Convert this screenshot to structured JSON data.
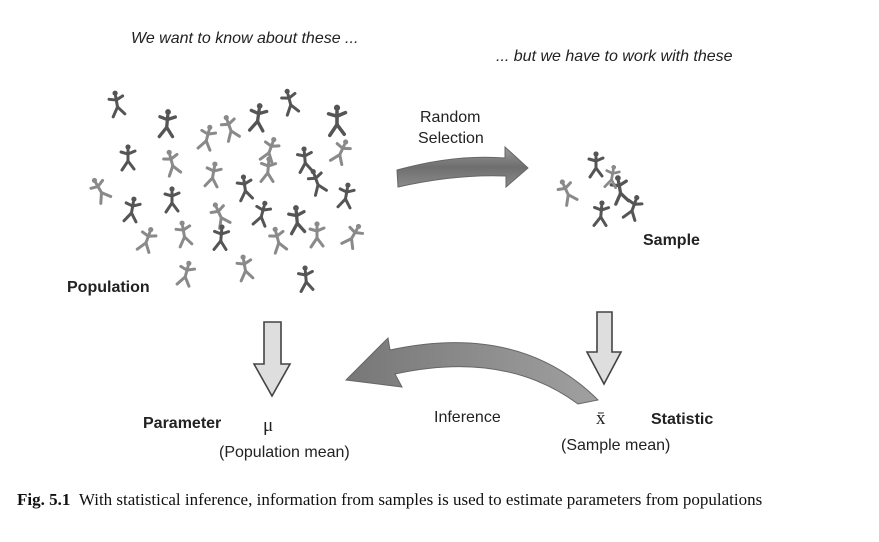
{
  "texts": {
    "want_label": "We want to know about these ...",
    "have_label": "... but we have to work with these",
    "random_selection": [
      "Random",
      "Selection"
    ],
    "population_label": "Population",
    "sample_label": "Sample",
    "parameter_label": "Parameter",
    "parameter_symbol": "μ",
    "population_mean": "(Population mean)",
    "inference_label": "Inference",
    "statistic_symbol": "x̄",
    "statistic_label": "Statistic",
    "sample_mean": "(Sample mean)"
  },
  "caption": {
    "fig_number": "Fig. 5.1",
    "text": "With statistical inference, information from samples is used to estimate parameters from populations"
  },
  "icons": {
    "person": "stick-figure-icon"
  },
  "colors": {
    "figure_dark": "#555555",
    "figure_light": "#8a8a8a",
    "arrow_fill": "#7a7a7a",
    "outline_arrow_fill": "#dcdcdc"
  }
}
